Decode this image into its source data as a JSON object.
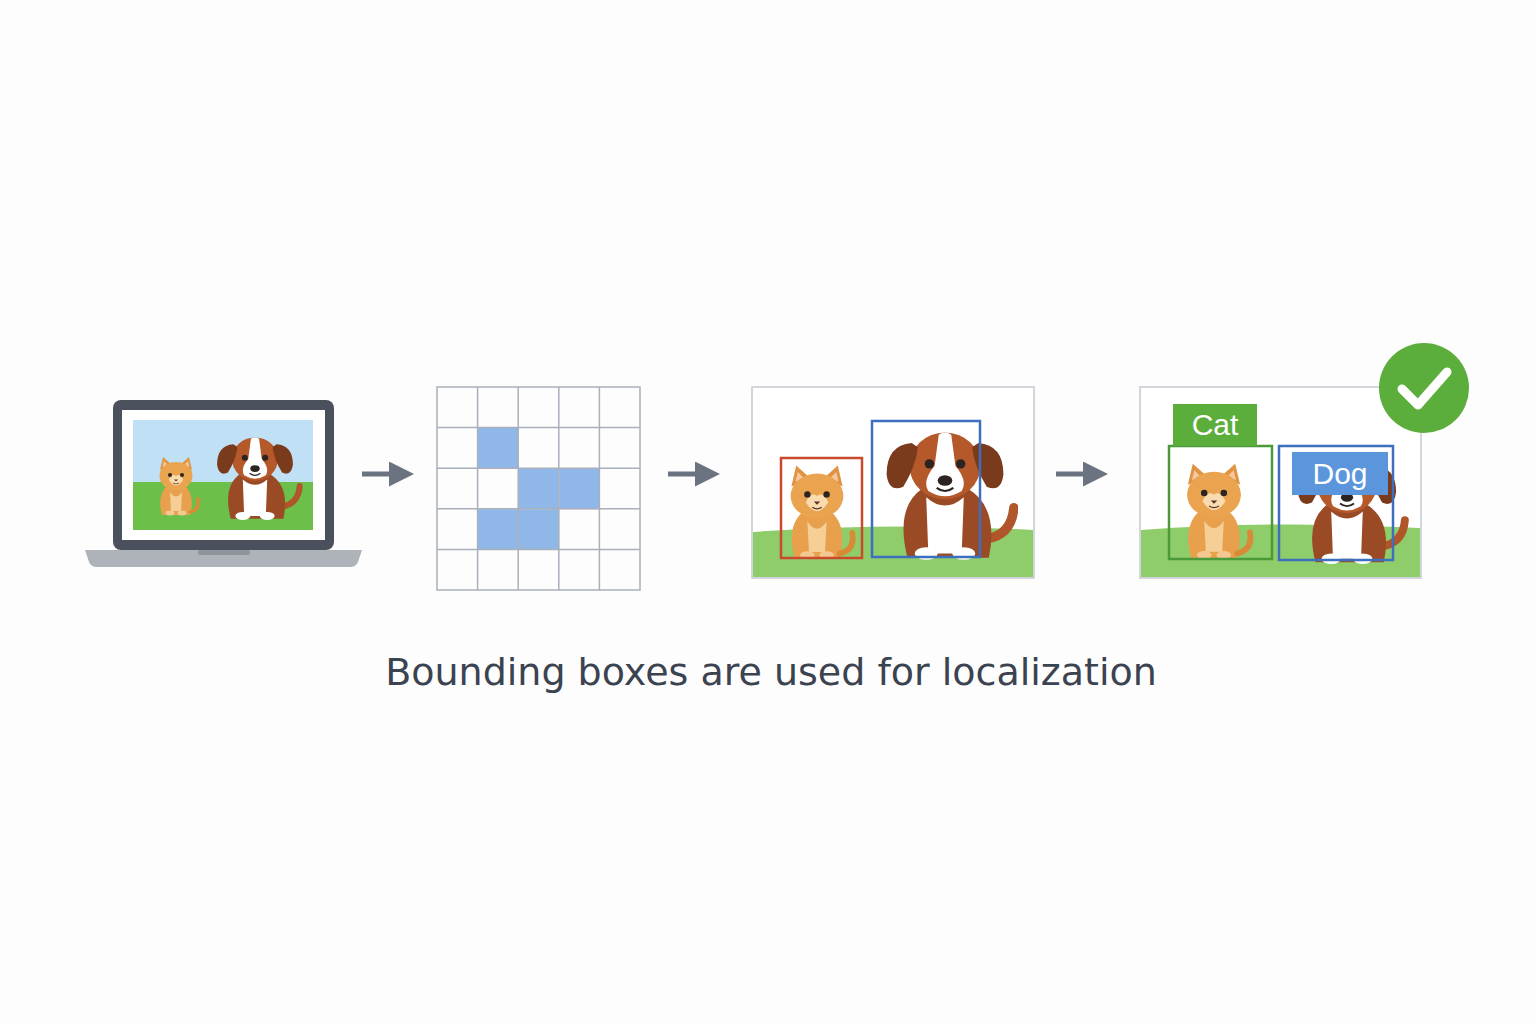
{
  "diagram": {
    "caption": "Bounding boxes are used for localization",
    "nodes": [
      {
        "text": [
          "Cat"
        ]
      },
      {
        "text": [
          "Dog"
        ]
      }
    ]
  }
}
